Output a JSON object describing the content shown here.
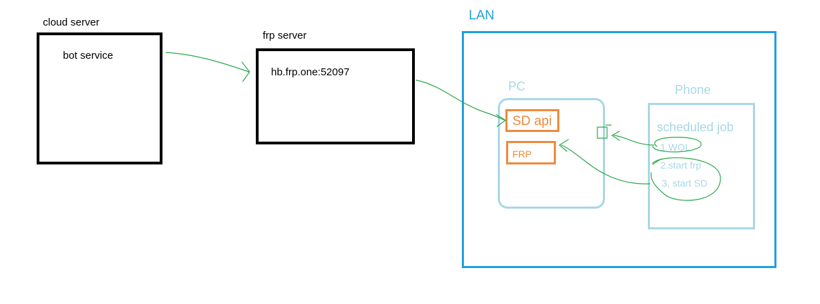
{
  "cloud_server": {
    "title": "cloud server",
    "service": "bot service"
  },
  "frp_server": {
    "title": "frp server",
    "address": "hb.frp.one:52097"
  },
  "lan": {
    "title": "LAN"
  },
  "pc": {
    "title": "PC",
    "sd_api": "SD api",
    "frp": "FRP"
  },
  "phone": {
    "title": "Phone",
    "job_title": "scheduled job",
    "steps": [
      "1.WOL",
      "2.start frp",
      "3, start SD"
    ]
  },
  "colors": {
    "arrow": "#2aa84a",
    "lan": "#1e9fe0",
    "device": "#a8d7e6",
    "component": "#ee8a3c",
    "server": "#000000"
  }
}
